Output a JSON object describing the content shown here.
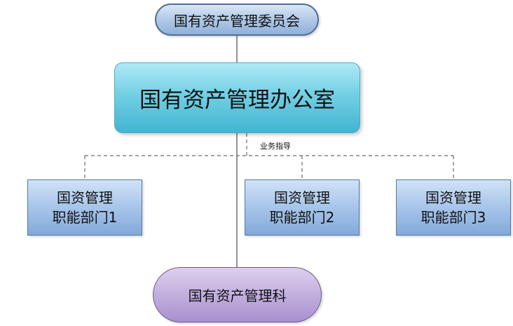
{
  "diagram": {
    "top_committee": "国有资产管理委员会",
    "main_office": "国有资产管理办公室",
    "business_guidance": "业务指导",
    "departments": [
      [
        "国资管理",
        "职能部门1"
      ],
      [
        "国资管理",
        "职能部门2"
      ],
      [
        "国资管理",
        "职能部门3"
      ]
    ],
    "bottom_section": "国有资产管理科"
  }
}
